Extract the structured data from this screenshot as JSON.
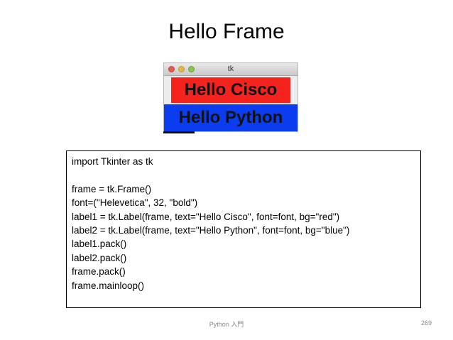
{
  "slide": {
    "title": "Hello Frame",
    "footer_center": "Python 入門",
    "page_number": "269"
  },
  "tk_window": {
    "title": "tk",
    "label1": {
      "text": "Hello Cisco",
      "bg": "#f5231d"
    },
    "label2": {
      "text": "Hello Python",
      "bg": "#0b3cf0"
    }
  },
  "code": {
    "lines": [
      "import Tkinter as tk",
      "",
      "frame = tk.Frame()",
      "font=(\"Helevetica\", 32, \"bold\")",
      "label1 = tk.Label(frame, text=\"Hello Cisco\", font=font, bg=\"red\")",
      "label2 = tk.Label(frame, text=\"Hello Python\", font=font, bg=\"blue\")",
      "label1.pack()",
      "label2.pack()",
      "frame.pack()",
      "frame.mainloop()"
    ]
  }
}
